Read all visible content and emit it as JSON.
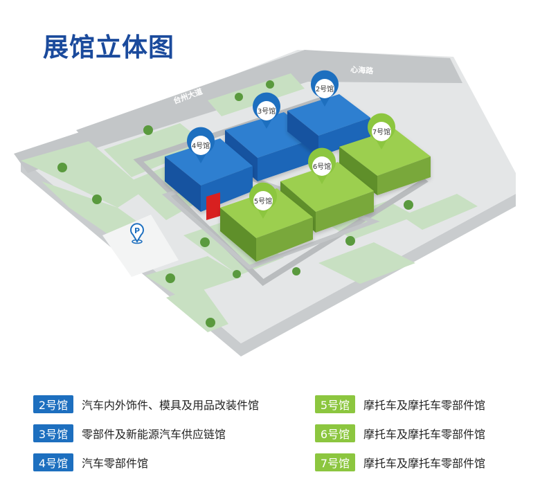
{
  "title": "展馆立体图",
  "roads": {
    "west": "台州大道",
    "north": "心海路"
  },
  "colors": {
    "blue_hall": "#1d6fbf",
    "green_hall": "#8cc63f",
    "title": "#1a4a9c"
  },
  "halls": {
    "h2": "2号馆",
    "h3": "3号馆",
    "h4": "4号馆",
    "h5": "5号馆",
    "h6": "6号馆",
    "h7": "7号馆"
  },
  "parking_icon": "parking-icon",
  "legend": {
    "left": [
      {
        "badge": "2号馆",
        "desc": "汽车内外饰件、模具及用品改装件馆"
      },
      {
        "badge": "3号馆",
        "desc": "零部件及新能源汽车供应链馆"
      },
      {
        "badge": "4号馆",
        "desc": "汽车零部件馆"
      }
    ],
    "right": [
      {
        "badge": "5号馆",
        "desc": "摩托车及摩托车零部件馆"
      },
      {
        "badge": "6号馆",
        "desc": "摩托车及摩托车零部件馆"
      },
      {
        "badge": "7号馆",
        "desc": "摩托车及摩托车零部件馆"
      }
    ]
  }
}
